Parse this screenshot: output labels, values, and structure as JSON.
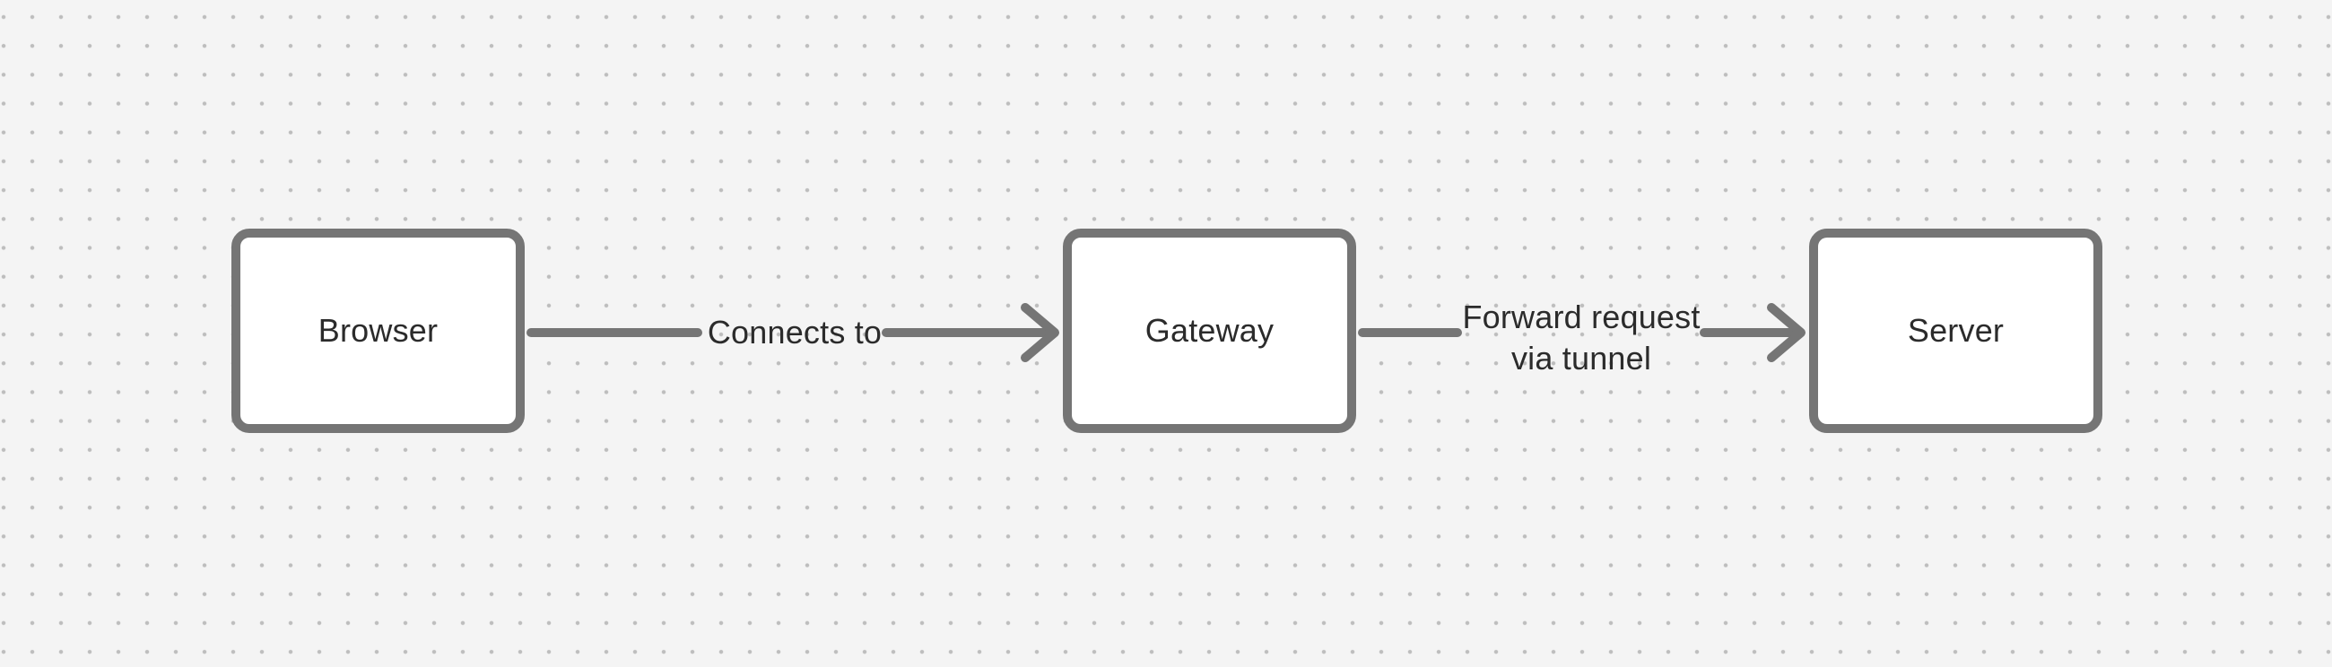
{
  "diagram": {
    "type": "flowchart",
    "direction": "left-to-right"
  },
  "colors": {
    "canvas-bg": "#f4f4f4",
    "grid-dot": "#bdbdbd",
    "stroke": "#757575",
    "node-fill": "#ffffff",
    "text": "#2b2b2b"
  },
  "nodes": [
    {
      "id": "browser",
      "label": "Browser"
    },
    {
      "id": "gateway",
      "label": "Gateway"
    },
    {
      "id": "server",
      "label": "Server"
    }
  ],
  "edges": [
    {
      "from": "browser",
      "to": "gateway",
      "label": "Connects to"
    },
    {
      "from": "gateway",
      "to": "server",
      "label": "Forward request\nvia tunnel"
    }
  ]
}
